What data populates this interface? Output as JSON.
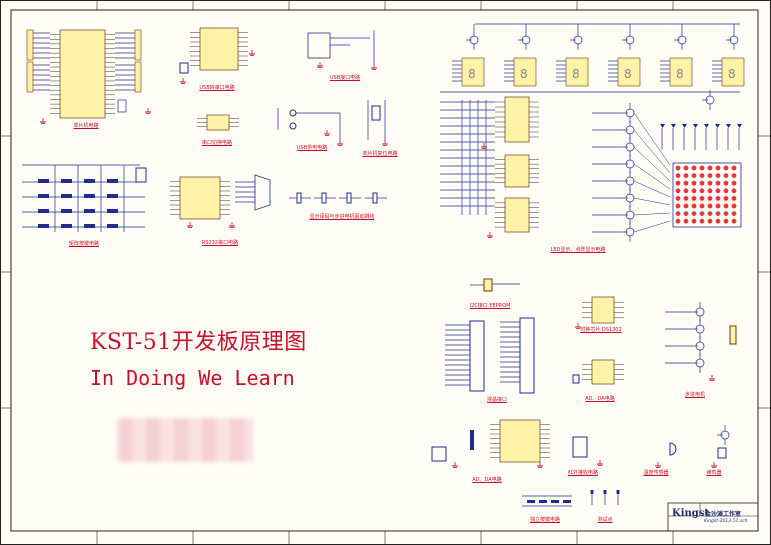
{
  "sheet": {
    "title": "KST-51开发板原理图",
    "subtitle": "In Doing We Learn",
    "logo": "Kingst",
    "title_block_name": "金沙滩工作室",
    "title_block_file": "Kingst-2013-51.sch"
  },
  "captions": {
    "mcu": "单片机电路",
    "usb_serial": "USB转串口电路",
    "usb_port": "USB接口电路",
    "eeprom": "串口切换电路",
    "power": "USB供电电路",
    "reset": "单片机复位电路",
    "keypad": "矩阵按键电路",
    "rs232": "RS232串口电路",
    "jumpers": "显示译码与步进电机驱动跳线",
    "led": "LED显示、点阵显示电路",
    "i2c": "I2C接口 EEPROM",
    "lcd": "液晶接口",
    "rtc": "时钟芯片 DS1302",
    "motor": "步进电机",
    "ad": "AD、DA电路",
    "ir": "红外接收电路",
    "temp": "温度传感器",
    "buzzer": "蜂鸣器",
    "keys": "独立按键电路",
    "test": "测试点"
  },
  "colors": {
    "wire": "#1f2d8f",
    "ic_fill": "#fff3a8",
    "label": "#c8102e",
    "frame": "#222222"
  }
}
